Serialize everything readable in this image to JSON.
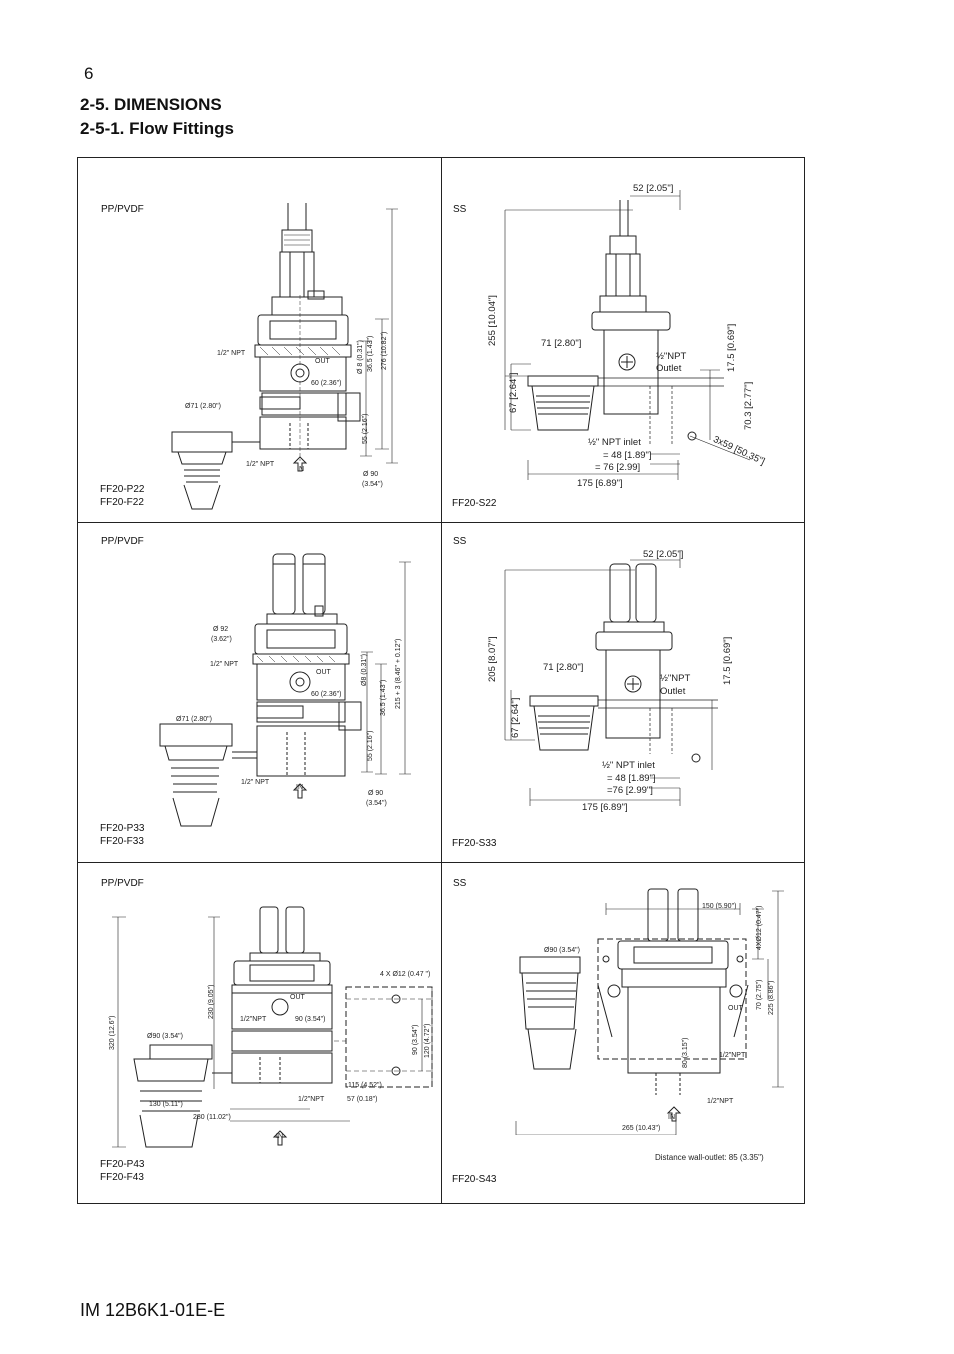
{
  "page": {
    "number": "6",
    "heading": "2-5. DIMENSIONS",
    "subheading": "2-5-1. Flow Fittings",
    "footer": "IM 12B6K1-01E-E"
  },
  "cells": {
    "r1_left": {
      "material": "PP/PVDF",
      "models": [
        "FF20-P22",
        "FF20-F22"
      ],
      "dims": {
        "npt_out": "1/2\" NPT",
        "out": "OUT",
        "d60": "60 (2.36\")",
        "d8": "Ø 8 (0.31\")",
        "d365": "36.5 (1.43\")",
        "d276": "276 (10.82\")",
        "d71": "Ø71 (2.80\")",
        "d55": "55 (2.16\")",
        "npt_in": "1/2\" NPT",
        "in": "IN",
        "d90": "Ø 90",
        "d90in": "(3.54\")"
      }
    },
    "r1_right": {
      "material": "SS",
      "models": [
        "FF20-S22"
      ],
      "dims": {
        "d52": "52 [2.05\"]",
        "d255": "255 [10.04\"]",
        "d71": "71 [2.80\"]",
        "npt_outlet_1": "½\"NPT",
        "npt_outlet_2": "Outlet",
        "d175top": "17.5 [0.69\"]",
        "d67": "67 [2.64\"]",
        "d703": "70.3 [2.77\"]",
        "npt_inlet": "½\" NPT inlet",
        "d48": "= 48 [1.89\"]",
        "d76": "= 76 [2.99]",
        "d3x59": "3x59 [50.35\"]",
        "d175": "175 [6.89\"]"
      }
    },
    "r2_left": {
      "material": "PP/PVDF",
      "models": [
        "FF20-P33",
        "FF20-F33"
      ],
      "dims": {
        "d92": "Ø 92",
        "d92in": "(3.62\")",
        "npt_out": "1/2\" NPT",
        "out": "OUT",
        "d60": "60 (2.36\")",
        "d8": "Ø8 (0.31\")",
        "d365": "36.5 (1.43\")",
        "d215": "215 + 3 (8.46\" + 0.12\")",
        "d71": "Ø71 (2.80\")",
        "d55": "55 (2.16\")",
        "npt_in": "1/2\" NPT",
        "in": "IN",
        "d90": "Ø 90",
        "d90in": "(3.54\")"
      }
    },
    "r2_right": {
      "material": "SS",
      "models": [
        "FF20-S33"
      ],
      "dims": {
        "d52": "52 [2.05\"]",
        "d205": "205 [8.07\"]",
        "d71": "71 [2.80\"]",
        "npt_outlet_1": "½\"NPT",
        "npt_outlet_2": "Outlet",
        "d175top": "17.5 [0.69\"]",
        "d67": "67 [2.64\"]",
        "npt_inlet": "½\" NPT inlet",
        "d48": "= 48 [1.89\"]",
        "d76": "=76 [2.99\"]",
        "d175": "175 [6.89\"]"
      }
    },
    "r3_left": {
      "material": "PP/PVDF",
      "models": [
        "FF20-P43",
        "FF20-F43"
      ],
      "dims": {
        "d4x12": "4 X Ø12 (0.47 \")",
        "out": "OUT",
        "npt_out": "1/2\"NPT",
        "d90a": "90 (3.54\")",
        "d320": "320 (12.6\")",
        "d230": "230 (9.05\")",
        "d90dia": "Ø90 (3.54\")",
        "d90b": "90 (3.54\")",
        "d120": "120 (4.72\")",
        "d115": "115 (4.52\")",
        "d57": "57 (0.18\")",
        "d130": "130 (5.11\")",
        "npt_in": "1/2\"NPT",
        "d280": "280 (11.02\")",
        "in": "IN"
      }
    },
    "r3_right": {
      "material": "SS",
      "models": [
        "FF20-S43"
      ],
      "dims": {
        "d150": "150 (5.90\")",
        "d4x12": "4XØ12 (0.47\")",
        "d90dia": "Ø90 (3.54\")",
        "d70": "70 (2.75\")",
        "d225": "225 (8.86\")",
        "out": "OUT",
        "d80": "80 (3.15\")",
        "npt_out": "1/2\"NPT",
        "npt_in": "1/2\"NPT",
        "in": "IN",
        "d265": "265 (10.43\")",
        "wall": "Distance wall-outlet: 85 (3.35\")"
      }
    }
  }
}
